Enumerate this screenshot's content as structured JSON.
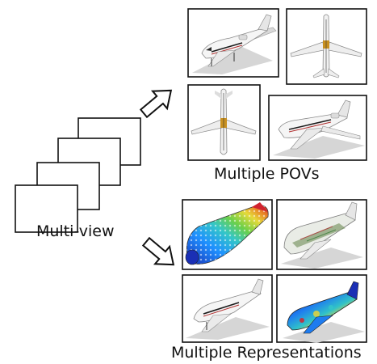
{
  "labels": {
    "multiview": "Multi-view",
    "pov": "Multiple POVs",
    "representations": "Multiple Representations"
  },
  "icons": {
    "views": "stacked-views-icon",
    "arrow_up": "arrow-up-right-icon",
    "arrow_down": "arrow-down-right-icon",
    "aircraft": "jet-aircraft-icon"
  },
  "colors": {
    "frame": "#111111",
    "fuselage": "#f3f3f3",
    "stripe": "#b03030",
    "shadow": "#c8c8c8",
    "heatmap": [
      "#1a2fb5",
      "#1e90ff",
      "#34c6c9",
      "#6bd04a",
      "#e6d93a",
      "#e88426",
      "#d1232e"
    ]
  }
}
